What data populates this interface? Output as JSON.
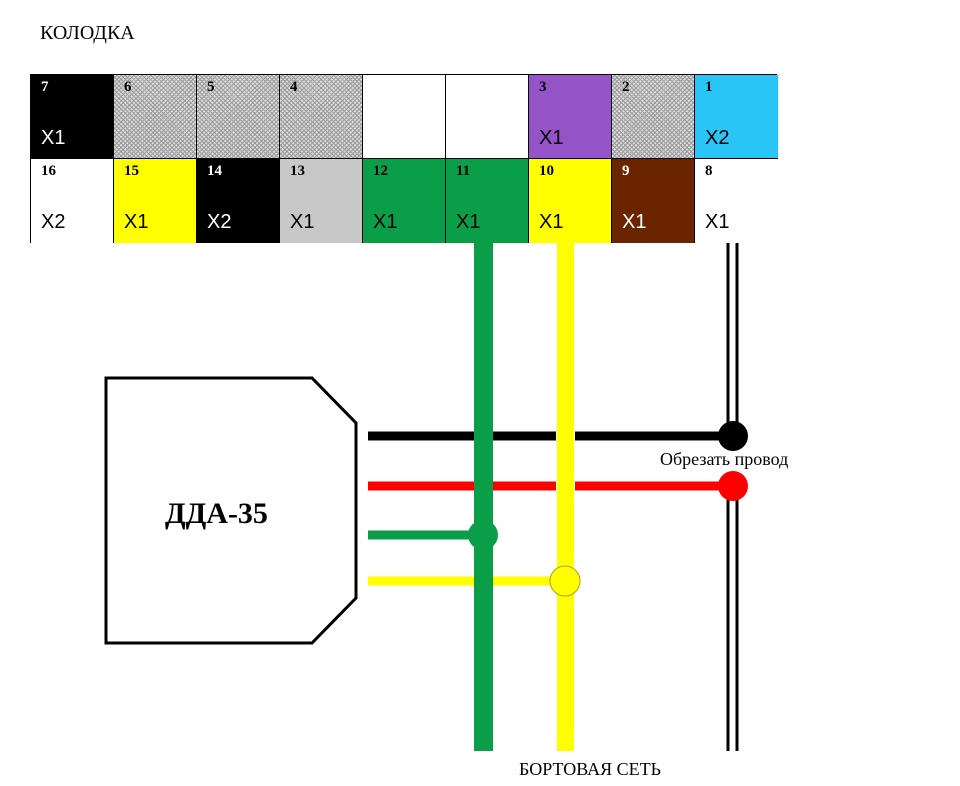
{
  "title": "КОЛОДКА",
  "colors": {
    "black": "#000000",
    "purple": "#9453c6",
    "cyan": "#29c5f6",
    "white": "#ffffff",
    "yellow": "#ffff00",
    "grey": "#c8c8c8",
    "green": "#0a9e48",
    "brown": "#6b2400",
    "red": "#ff0000",
    "hatched": "#dcdcdc"
  },
  "pins_top": [
    {
      "num": "7",
      "tag": "X1",
      "color": "black",
      "text": "light"
    },
    {
      "num": "6",
      "tag": "",
      "color": "hatched",
      "text": "dark"
    },
    {
      "num": "5",
      "tag": "",
      "color": "hatched",
      "text": "dark"
    },
    {
      "num": "4",
      "tag": "",
      "color": "hatched",
      "text": "dark"
    },
    {
      "num": "",
      "tag": "",
      "color": "white",
      "text": "dark"
    },
    {
      "num": "",
      "tag": "",
      "color": "white",
      "text": "dark"
    },
    {
      "num": "3",
      "tag": "X1",
      "color": "purple",
      "text": "dark"
    },
    {
      "num": "2",
      "tag": "",
      "color": "hatched",
      "text": "dark"
    },
    {
      "num": "1",
      "tag": "X2",
      "color": "cyan",
      "text": "dark"
    }
  ],
  "pins_bottom": [
    {
      "num": "16",
      "tag": "X2",
      "color": "white",
      "text": "dark"
    },
    {
      "num": "15",
      "tag": "X1",
      "color": "yellow",
      "text": "dark"
    },
    {
      "num": "14",
      "tag": "X2",
      "color": "black",
      "text": "light"
    },
    {
      "num": "13",
      "tag": "X1",
      "color": "grey",
      "text": "dark"
    },
    {
      "num": "12",
      "tag": "X1",
      "color": "green",
      "text": "dark"
    },
    {
      "num": "11",
      "tag": "X1",
      "color": "green",
      "text": "dark"
    },
    {
      "num": "10",
      "tag": "X1",
      "color": "yellow",
      "text": "dark"
    },
    {
      "num": "9",
      "tag": "X1",
      "color": "brown",
      "text": "light"
    },
    {
      "num": "8",
      "tag": "X1",
      "color": "white",
      "text": "dark"
    }
  ],
  "device": {
    "label": "ДДА-35"
  },
  "cut_label": "Обрезать провод",
  "bus_label": "БОРТОВАЯ СЕТЬ"
}
